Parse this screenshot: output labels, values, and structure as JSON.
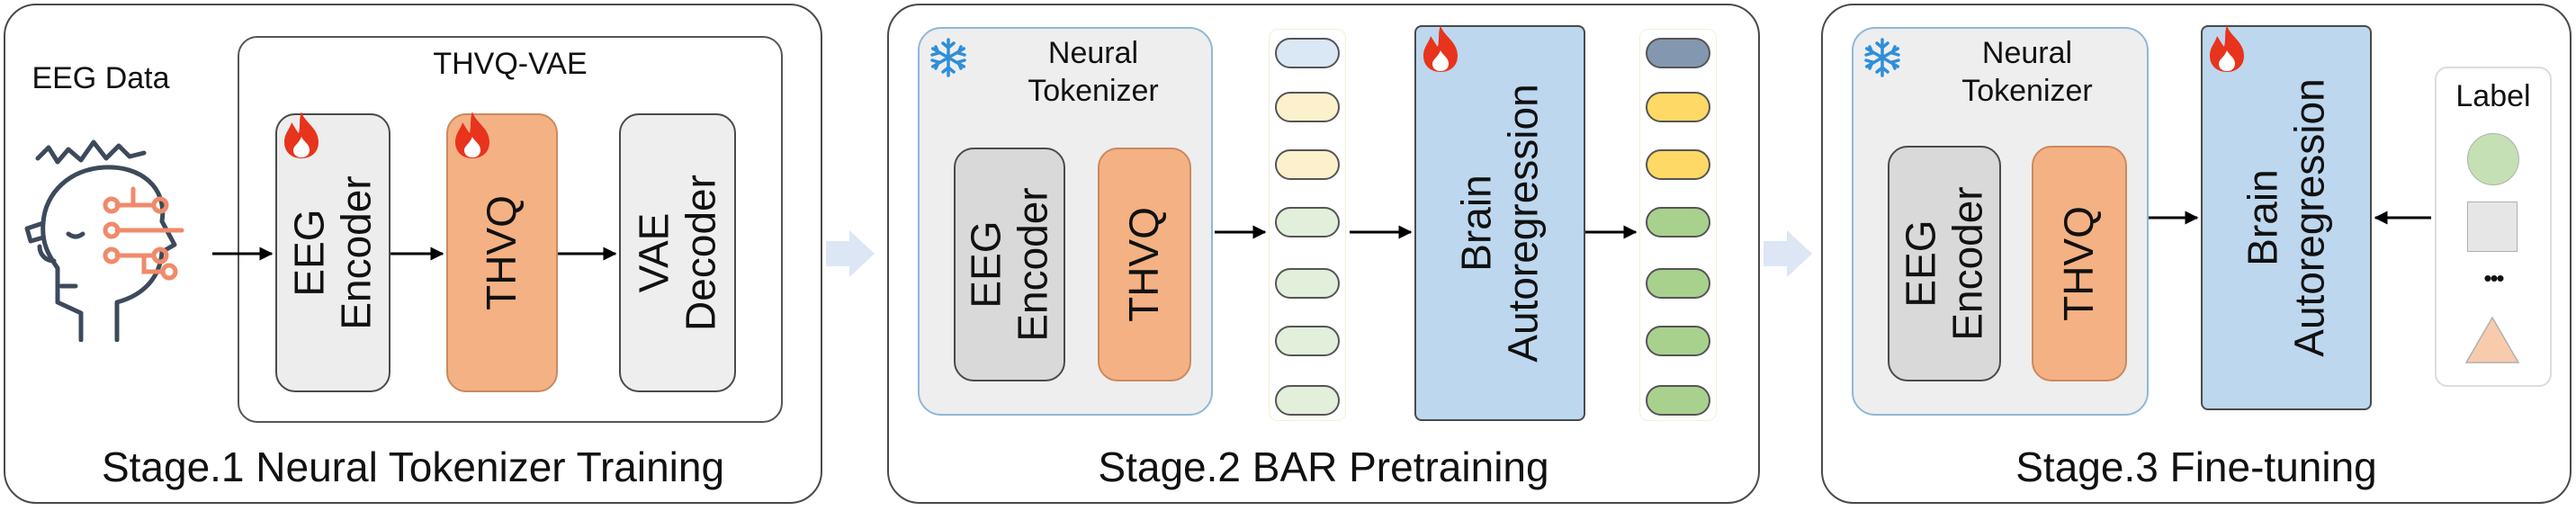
{
  "stage1": {
    "title": "Stage.1 Neural Tokenizer Training",
    "input_label": "EEG Data",
    "vae_title": "THVQ-VAE",
    "encoder": [
      "EEG",
      "Encoder"
    ],
    "quantizer": "THVQ",
    "decoder": [
      "VAE",
      "Decoder"
    ]
  },
  "stage2": {
    "title": "Stage.2 BAR Pretraining",
    "tokenizer_title": [
      "Neural",
      "Tokenizer"
    ],
    "encoder": [
      "EEG",
      "Encoder"
    ],
    "quantizer": "THVQ",
    "model": [
      "Brain",
      "Autoregression"
    ]
  },
  "stage3": {
    "title": "Stage.3 Fine-tuning",
    "tokenizer_title": [
      "Neural",
      "Tokenizer"
    ],
    "encoder": [
      "EEG",
      "Encoder"
    ],
    "quantizer": "THVQ",
    "model": [
      "Brain",
      "Autoregression"
    ],
    "label_title": "Label",
    "label_ellipsis": "•••"
  },
  "icons": {
    "trainable": "fire-icon",
    "frozen": "snowflake-icon",
    "input": "head-circuit-icon"
  },
  "colors": {
    "encoder_fill": "#d9d9d9",
    "quantizer_fill": "#f4b183",
    "model_fill": "#bdd7ee",
    "input_tokens": [
      "#dae8f5",
      "#fdf1cd",
      "#fdf1cd",
      "#e2efda",
      "#e2efda",
      "#e2efda",
      "#e2efda"
    ],
    "output_tokens": [
      "#8497b0",
      "#ffd966",
      "#ffd966",
      "#a9d18e",
      "#a9d18e",
      "#a9d18e",
      "#a9d18e"
    ],
    "label_shapes": [
      "#c5e0b4",
      "#e7e6e6",
      "#f8cbad"
    ]
  }
}
